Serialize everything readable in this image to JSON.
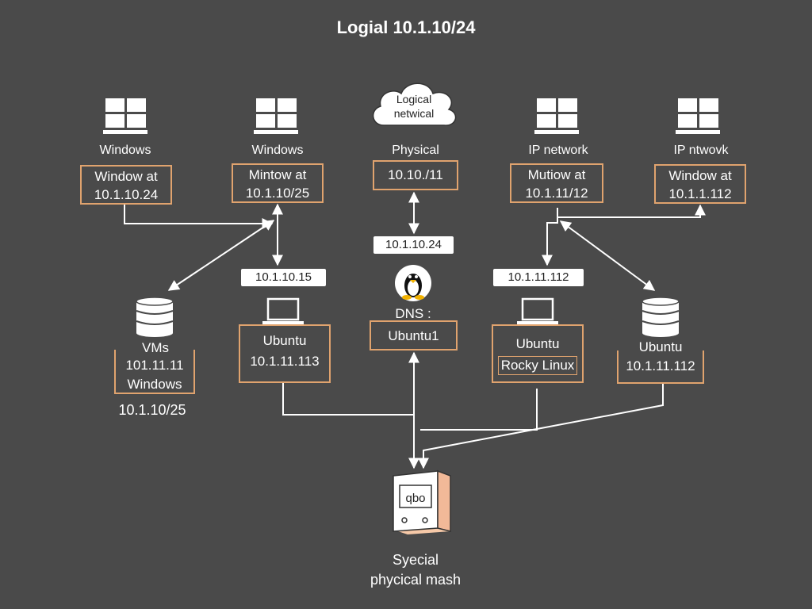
{
  "title": "Logial 10.1.10/24",
  "cloud": {
    "line1": "Logical",
    "line2": "netwical"
  },
  "top_labels": [
    "Windows",
    "Windows",
    "Physical",
    "IP network",
    "IP ntwovk"
  ],
  "top_boxes": [
    {
      "line1": "Window at",
      "line2": "10.1.10.24"
    },
    {
      "line1": "Mintow at",
      "line2": "10.1.10/25"
    },
    {
      "line1": "10.10./11",
      "line2": ""
    },
    {
      "line1": "Mutiow at",
      "line2": "10.1.11/12"
    },
    {
      "line1": "Window at",
      "line2": "10.1.1.112"
    }
  ],
  "tags": {
    "center": "10.1.10.24",
    "left": "10.1.10.15",
    "right": "10.1.11.112"
  },
  "dns_box": {
    "line1": "DNS :",
    "line2": "Ubuntu1"
  },
  "vms_box": {
    "line1": "VMs",
    "line2": "101.11.11",
    "line3": "Windows"
  },
  "vms_extra": "10.1.10/25",
  "ubuntu_left": {
    "line1": "Ubuntu",
    "line2": "10.1.11.113"
  },
  "ubuntu_right": {
    "line1": "Ubuntu",
    "line2": "Rocky Linux"
  },
  "ubuntu_far": {
    "line1": "Ubuntu",
    "line2": "10.1.11.112"
  },
  "server_label": "qbo",
  "bottom": {
    "line1": "Syecial",
    "line2": "phycical mash"
  },
  "icons": [
    "windows-icon",
    "cloud-icon",
    "database-icon",
    "laptop-icon",
    "linux-penguin-icon",
    "server-icon"
  ]
}
